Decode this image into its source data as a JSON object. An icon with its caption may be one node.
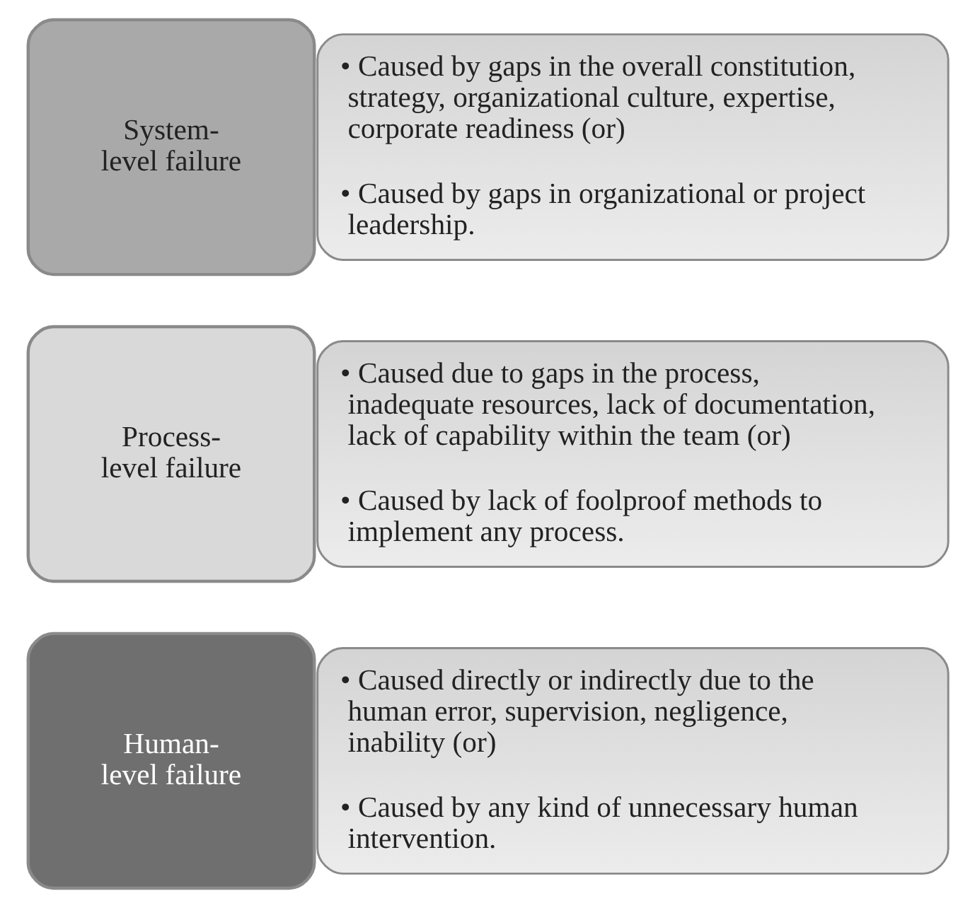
{
  "diagram": {
    "nodes": [
      {
        "text": [
          "System- level failure"
        ]
      },
      {
        "text": [
          "• Caused by gaps in the overall constitution, strategy, organizational culture, expertise, corporate readiness (or)",
          "• Caused by gaps in organizational or project leadership."
        ]
      },
      {
        "text": [
          "Process- level failure"
        ]
      },
      {
        "text": [
          "• Caused due to gaps in the process, inadequate resources, lack of documentation, lack of capability within the team (or)",
          "• Caused by lack of foolproof methods to implement any process."
        ]
      },
      {
        "text": [
          "Human- level failure"
        ]
      },
      {
        "text": [
          "• Caused directly or indirectly due to the human error, supervision, negligence, inability (or)",
          "• Caused by any kind of unnecessary human intervention."
        ]
      }
    ]
  }
}
